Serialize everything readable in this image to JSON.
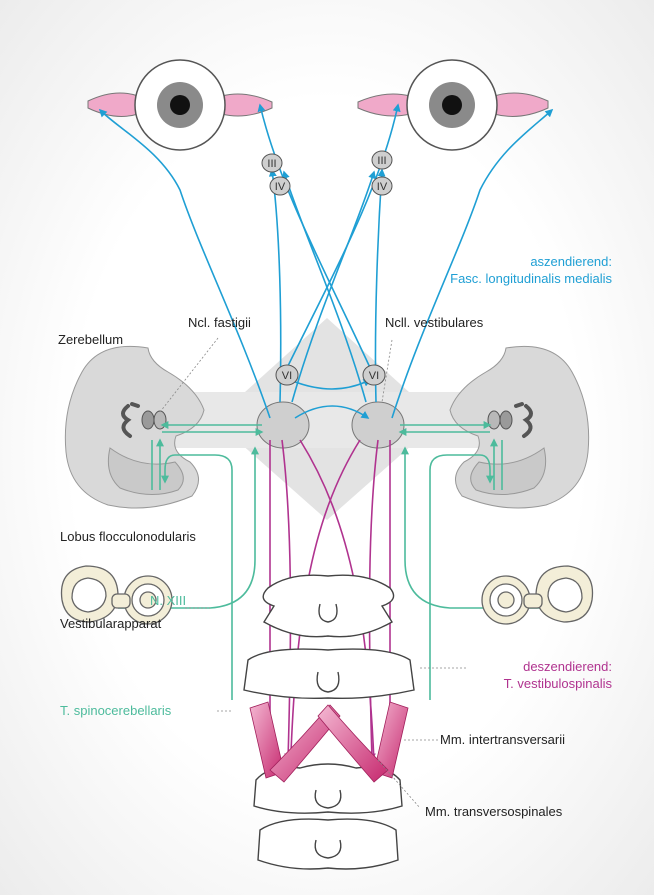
{
  "colors": {
    "ascending": "#1f9fd4",
    "descending": "#b0338f",
    "spinocerebellar": "#4dbb9c",
    "muscle": "#d84c8a",
    "eye_muscle": "#f0a9c9",
    "structure_gray": "#d9d9d9",
    "outline": "#555555",
    "text": "#222222"
  },
  "labels": {
    "ascending_line1": "aszendierend:",
    "ascending_line2": "Fasc. longitudinalis medialis",
    "zerebellum": "Zerebellum",
    "ncl_fastigii": "Ncl. fastigii",
    "ncll_vestibulares": "Ncll. vestibulares",
    "lobus": "Lobus flocculonodularis",
    "n_xiii": "N. XIII",
    "vestibularapparat": "Vestibularapparat",
    "descending_line1": "deszendierend:",
    "descending_line2": "T. vestibulospinalis",
    "t_spinocerebellaris": "T. spinocerebellaris",
    "mm_intertransversarii": "Mm. intertransversarii",
    "mm_transversospinales": "Mm. transversospinales"
  },
  "nuclei": {
    "left_iii": "III",
    "left_iv": "IV",
    "right_iii": "III",
    "right_iv": "IV",
    "left_vi": "VI",
    "right_vi": "VI"
  }
}
